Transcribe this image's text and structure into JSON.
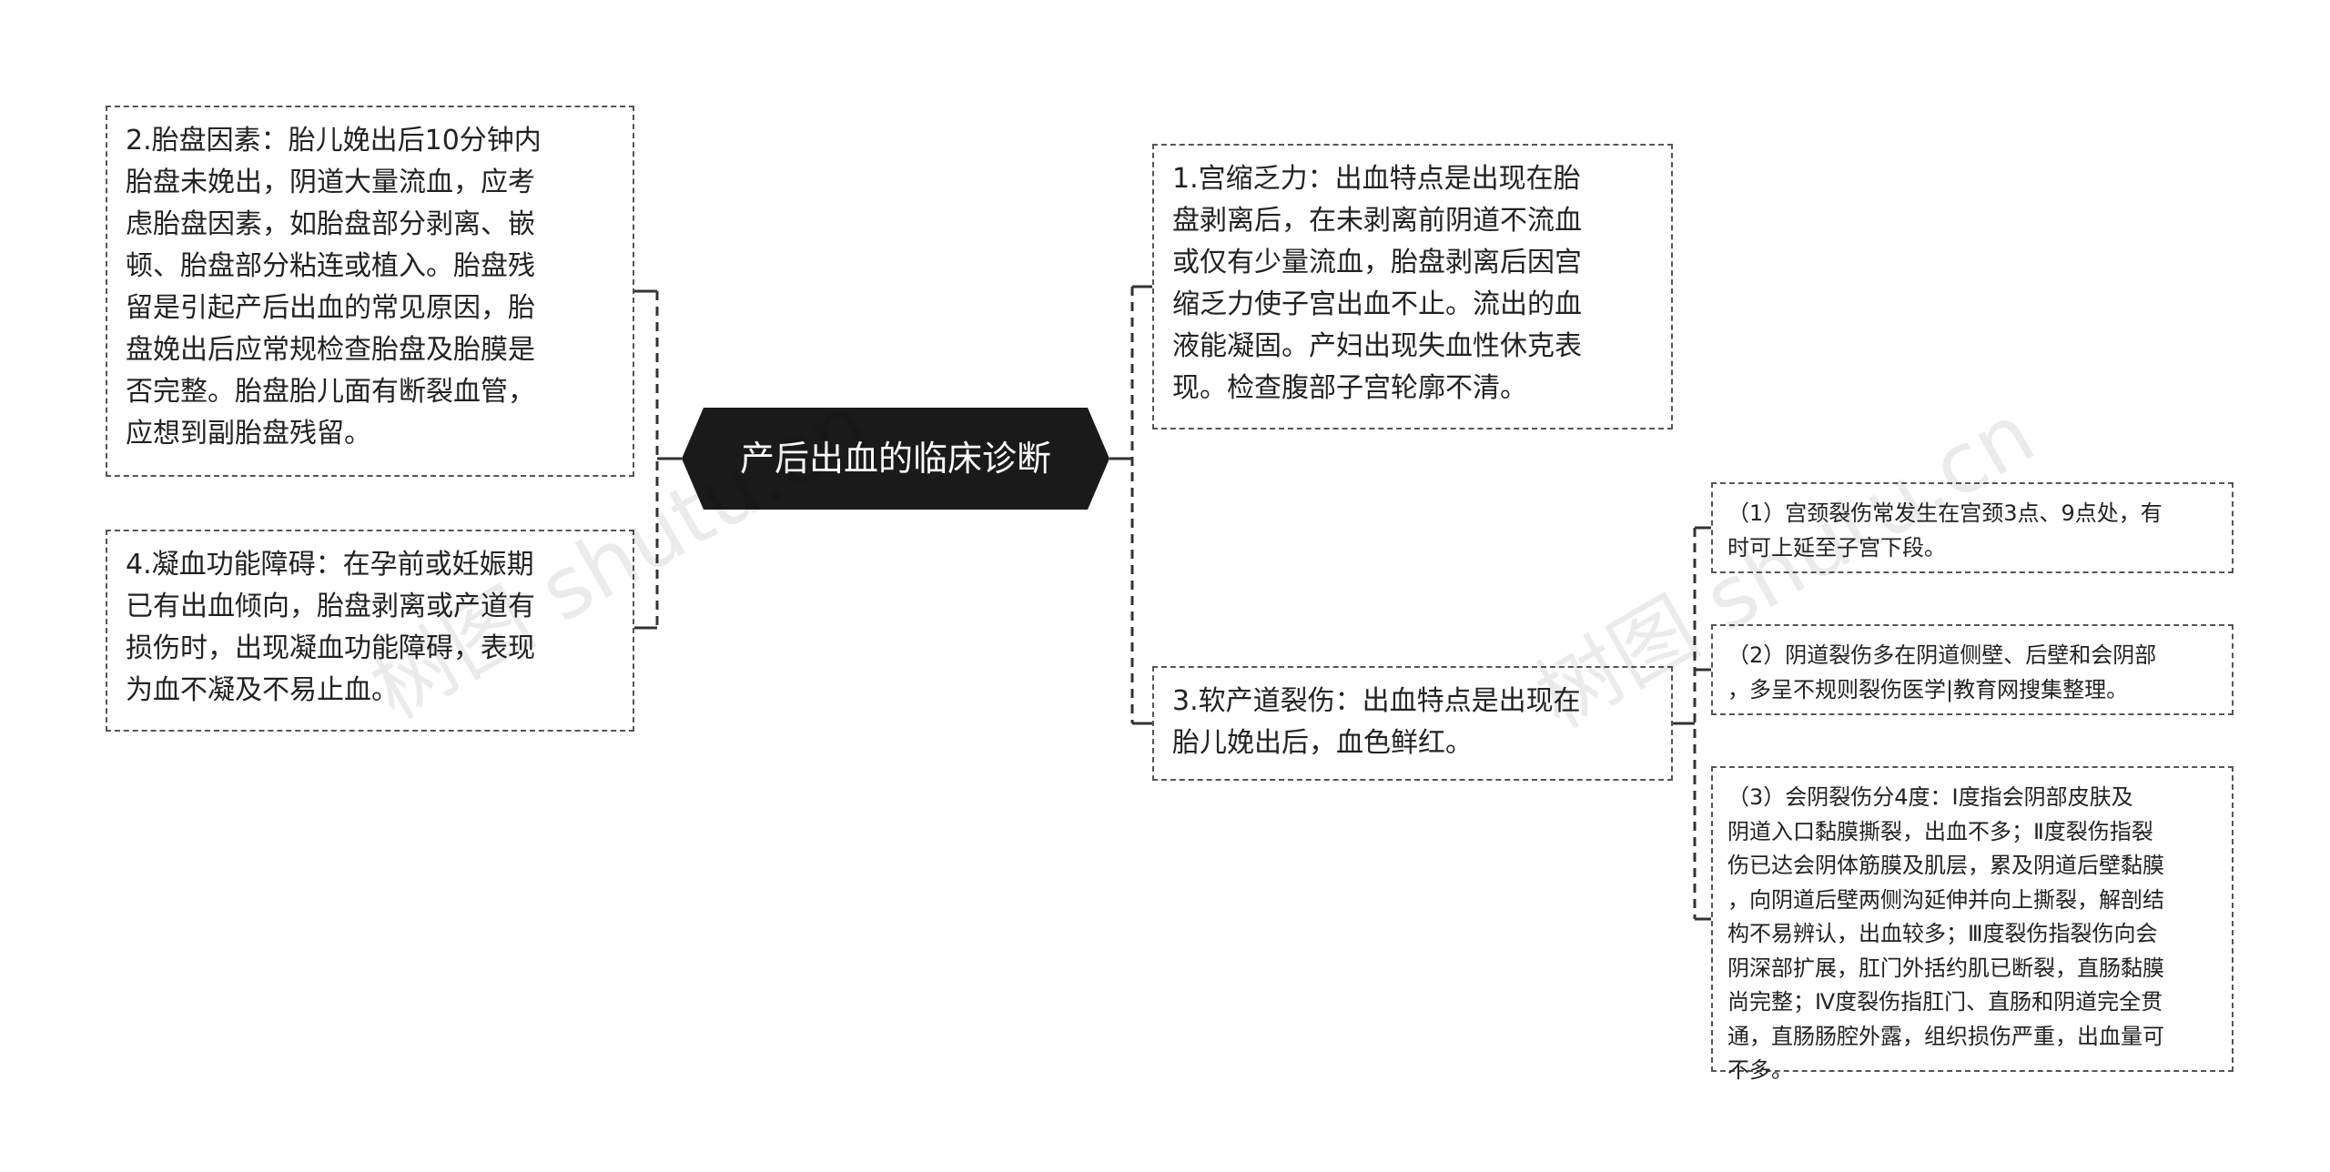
{
  "central_topic": "产后出血的临床诊断",
  "left_nodes": [
    {
      "id": "placenta",
      "text": "2.胎盘因素：胎儿娩出后10分钟内\n胎盘未娩出，阴道大量流血，应考\n虑胎盘因素，如胎盘部分剥离、嵌\n顿、胎盘部分粘连或植入。胎盘残\n留是引起产后出血的常见原因，胎\n盘娩出后应常规检查胎盘及胎膜是\n否完整。胎盘胎儿面有断裂血管，\n应想到副胎盘残留。"
    },
    {
      "id": "coagulation",
      "text": "4.凝血功能障碍：在孕前或妊娠期\n已有出血倾向，胎盘剥离或产道有\n损伤时，出现凝血功能障碍，表现\n为血不凝及不易止血。"
    }
  ],
  "right_nodes": [
    {
      "id": "atony",
      "text": "1.宫缩乏力：出血特点是出现在胎\n盘剥离后，在未剥离前阴道不流血\n或仅有少量流血，胎盘剥离后因宫\n缩乏力使子宫出血不止。流出的血\n液能凝固。产妇出现失血性休克表\n现。检查腹部子宫轮廓不清。"
    },
    {
      "id": "laceration",
      "text": "3.软产道裂伤：出血特点是出现在\n胎儿娩出后，血色鲜红。",
      "children": [
        {
          "id": "cervix",
          "text": "（1）宫颈裂伤常发生在宫颈3点、9点处，有\n时可上延至子宫下段。"
        },
        {
          "id": "vagina",
          "text": "（2）阴道裂伤多在阴道侧壁、后壁和会阴部\n，多呈不规则裂伤医学|教育网搜集整理。"
        },
        {
          "id": "perineum",
          "text": "（3）会阴裂伤分4度：Ⅰ度指会阴部皮肤及\n阴道入口黏膜撕裂，出血不多；Ⅱ度裂伤指裂\n伤已达会阴体筋膜及肌层，累及阴道后壁黏膜\n，向阴道后壁两侧沟延伸并向上撕裂，解剖结\n构不易辨认，出血较多；Ⅲ度裂伤指裂伤向会\n阴深部扩展，肛门外括约肌已断裂，直肠黏膜\n尚完整；Ⅳ度裂伤指肛门、直肠和阴道完全贯\n通，直肠肠腔外露，组织损伤严重，出血量可\n不多。"
        }
      ]
    }
  ],
  "watermarks": [
    "树图 shutu.cn",
    "树图 shutu.cn"
  ],
  "colors": {
    "central_fill": "#1a1a1a",
    "central_text": "#ffffff",
    "border": "#555555",
    "connector": "#333333"
  }
}
